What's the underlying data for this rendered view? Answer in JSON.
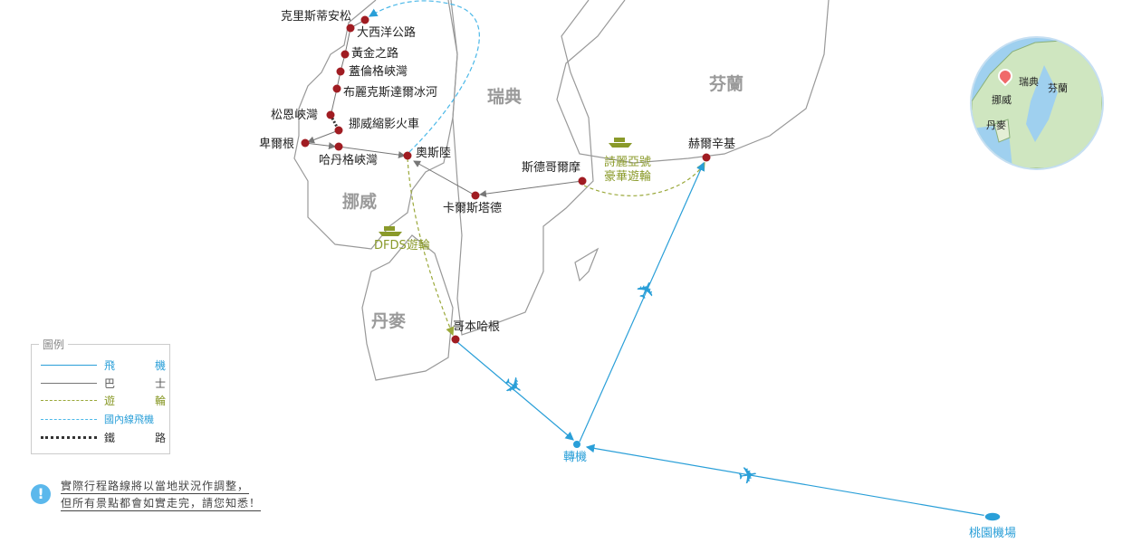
{
  "countries": {
    "sweden": "瑞典",
    "finland": "芬蘭",
    "norway": "挪威",
    "denmark": "丹麥"
  },
  "places": {
    "kristiansund": "克里斯蒂安松",
    "atlantic_road": "大西洋公路",
    "golden_route": "黃金之路",
    "geiranger": "蓋倫格峽灣",
    "briksdal": "布麗克斯達爾冰河",
    "sognefjord": "松恩峽灣",
    "flam_railway": "挪威縮影火車",
    "bergen": "卑爾根",
    "hardangerfjord": "哈丹格峽灣",
    "oslo": "奧斯陸",
    "karlstad": "卡爾斯塔德",
    "stockholm": "斯德哥爾摩",
    "helsinki": "赫爾辛基",
    "copenhagen": "哥本哈根",
    "transfer": "轉機",
    "taoyuan": "桃園機場"
  },
  "cruises": {
    "silja_line1": "詩麗亞號",
    "silja_line2": "豪華遊輪",
    "dfds": "DFDS遊輪"
  },
  "legend": {
    "title": "圖例",
    "items": [
      {
        "label": "飛　機",
        "color": "#2a9fd8"
      },
      {
        "label": "巴　士",
        "color": "#777777"
      },
      {
        "label": "遊　輪",
        "color": "#9aa83a"
      },
      {
        "label": "國內線飛機",
        "color": "#4bb8e8"
      },
      {
        "label": "鐵　路",
        "color": "#333333"
      }
    ]
  },
  "note": {
    "line1": "實際行程路線將以當地狀況作調整，",
    "line2": "但所有景點都會如實走完，請您知悉！",
    "icon": "!"
  },
  "inset": {
    "norway": "挪威",
    "sweden": "瑞典",
    "finland": "芬蘭",
    "denmark": "丹麥"
  }
}
